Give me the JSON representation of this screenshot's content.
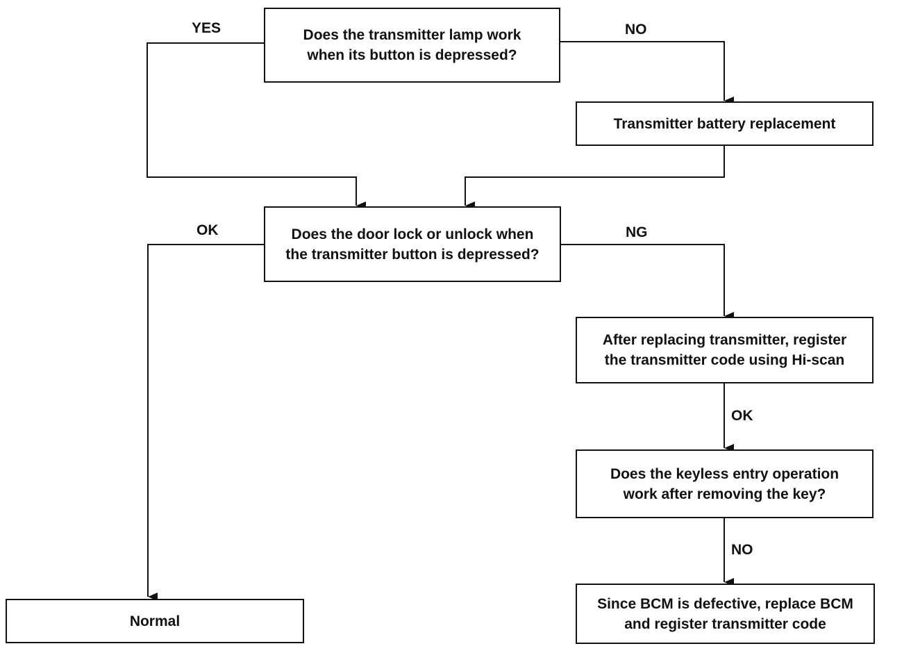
{
  "nodes": {
    "q_lamp": "Does the transmitter lamp work\nwhen its button is depressed?",
    "battery": "Transmitter battery replacement",
    "q_door": "Does the door lock or unlock when\nthe transmitter button is depressed?",
    "replace_tx": "After replacing transmitter, register\nthe transmitter code using Hi-scan",
    "q_keyless": "Does the keyless entry operation\nwork after removing the key?",
    "bcm": "Since BCM is defective, replace BCM\nand register transmitter code",
    "normal": "Normal"
  },
  "labels": {
    "yes": "YES",
    "no_top": "NO",
    "ok_left": "OK",
    "ng": "NG",
    "ok_right": "OK",
    "no_bottom": "NO"
  },
  "colors": {
    "line": "#111111",
    "background": "#ffffff"
  }
}
